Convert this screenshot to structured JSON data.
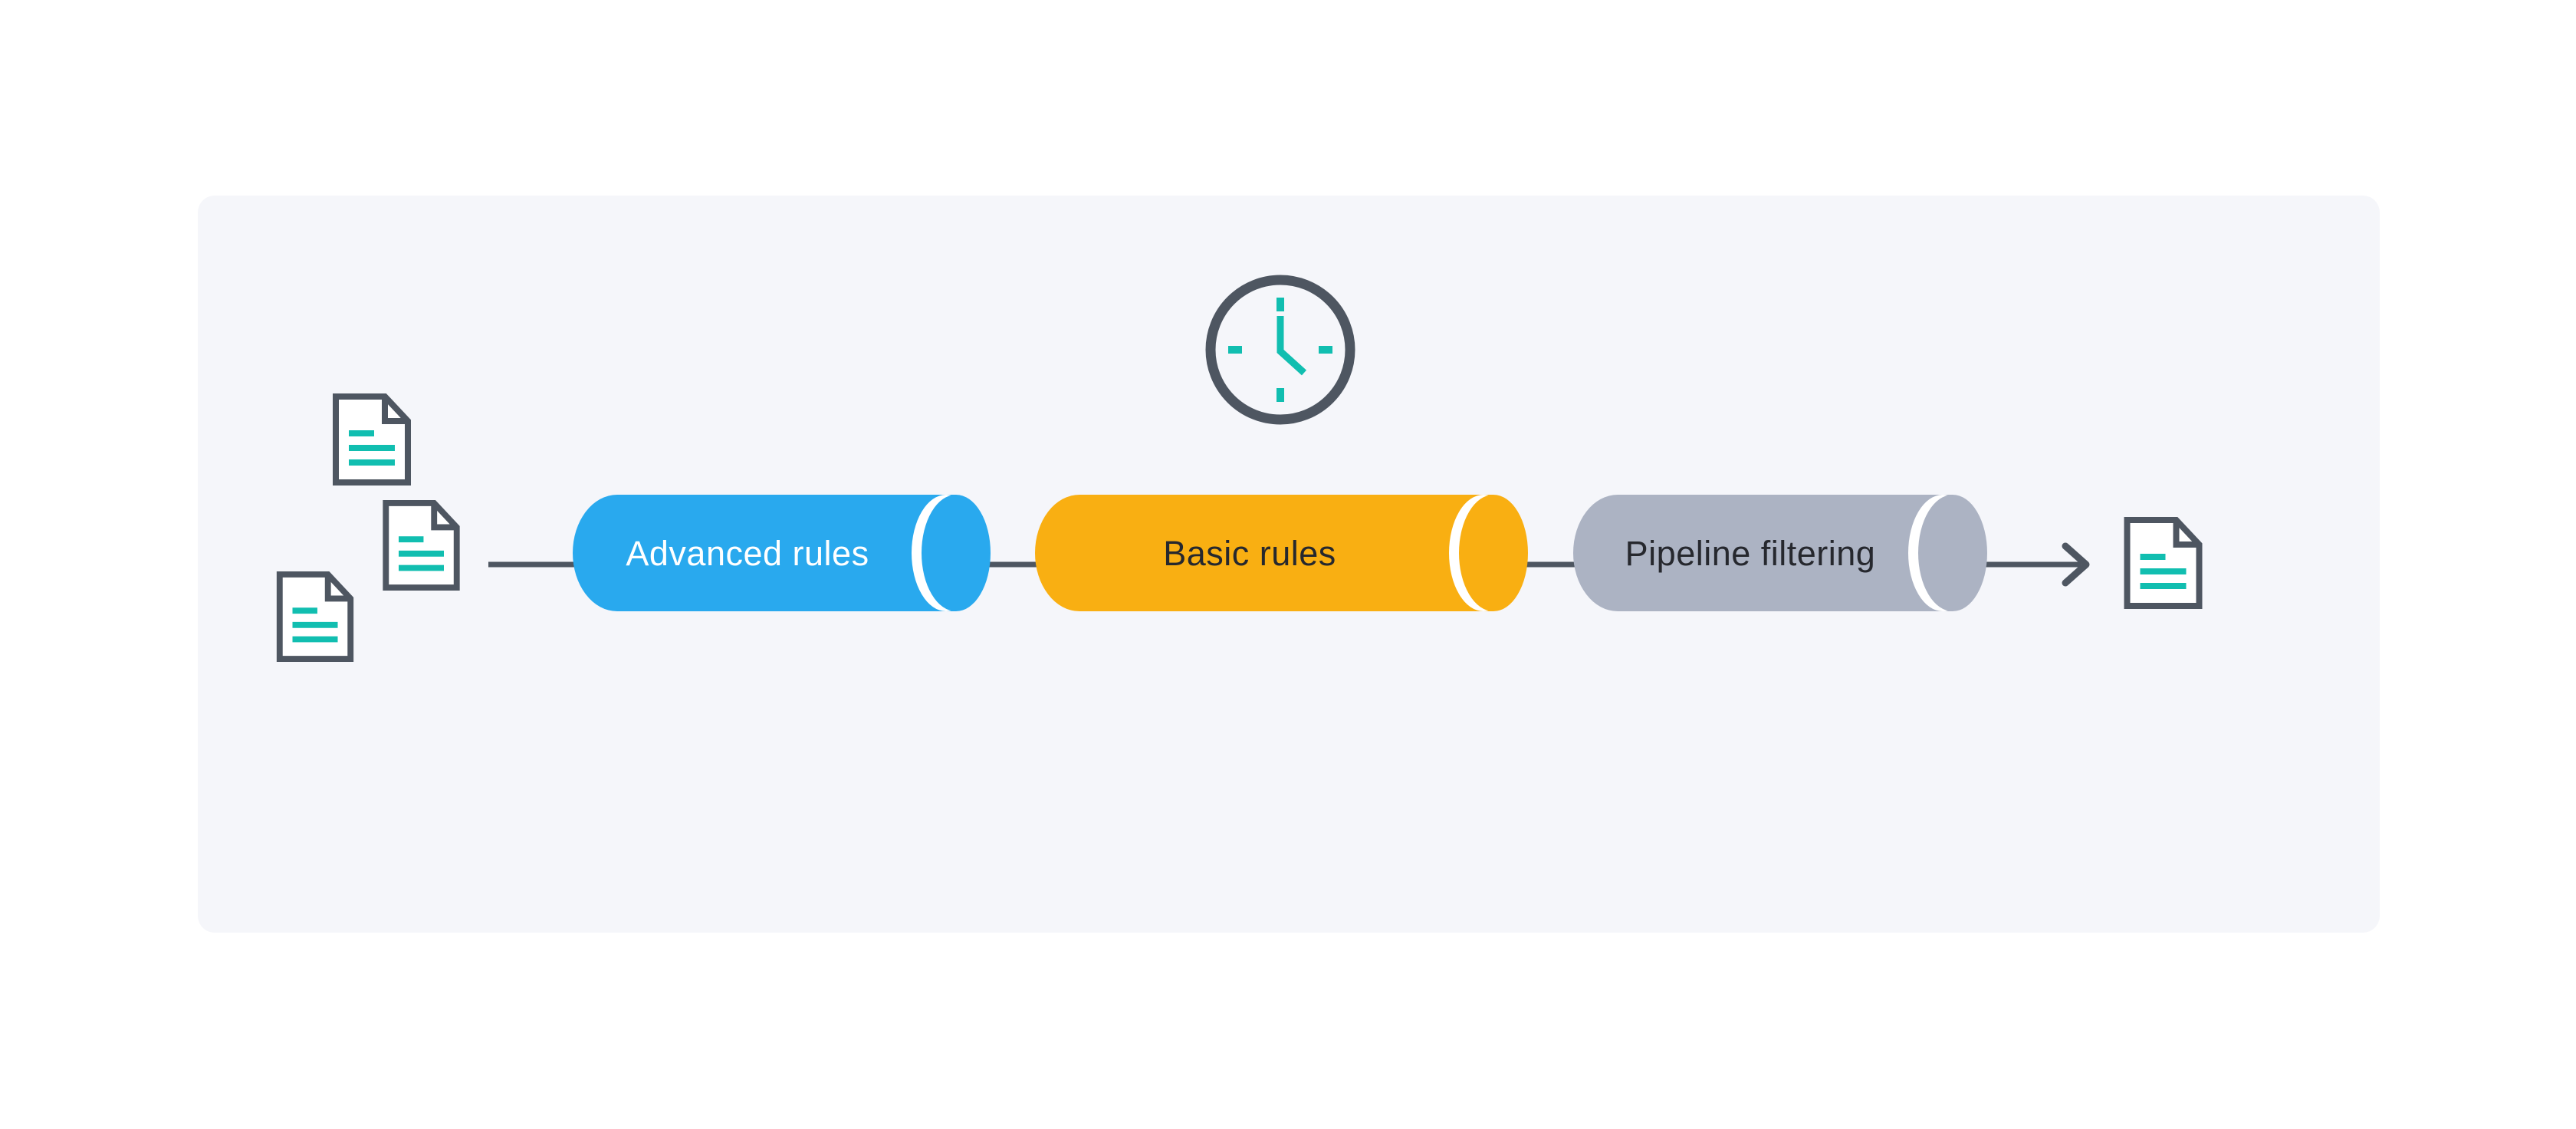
{
  "canvas": {
    "background": "#FFFFFF"
  },
  "panel": {
    "background": "#F5F6FA"
  },
  "colors": {
    "outline_dark": "#4E5661",
    "teal_accent": "#11BEB0",
    "stage_blue": "#29A9EE",
    "stage_orange": "#F9AF12",
    "stage_gray": "#ACB3C3",
    "crescent_white": "#FFFFFF",
    "document_fill": "#FFFFFF"
  },
  "flow": {
    "stages": [
      {
        "label": "Advanced rules",
        "color": "#29A9EE",
        "text_color": "#FFFFFF"
      },
      {
        "label": "Basic rules",
        "color": "#F9AF12",
        "text_color": "#26282E"
      },
      {
        "label": "Pipeline filtering",
        "color": "#ACB3C3",
        "text_color": "#26282E"
      }
    ],
    "input_documents_count": 3,
    "output_documents_count": 1,
    "icons": {
      "input": "document-icon",
      "timer": "clock-icon",
      "direction": "arrow-right-icon",
      "output": "document-icon"
    }
  }
}
